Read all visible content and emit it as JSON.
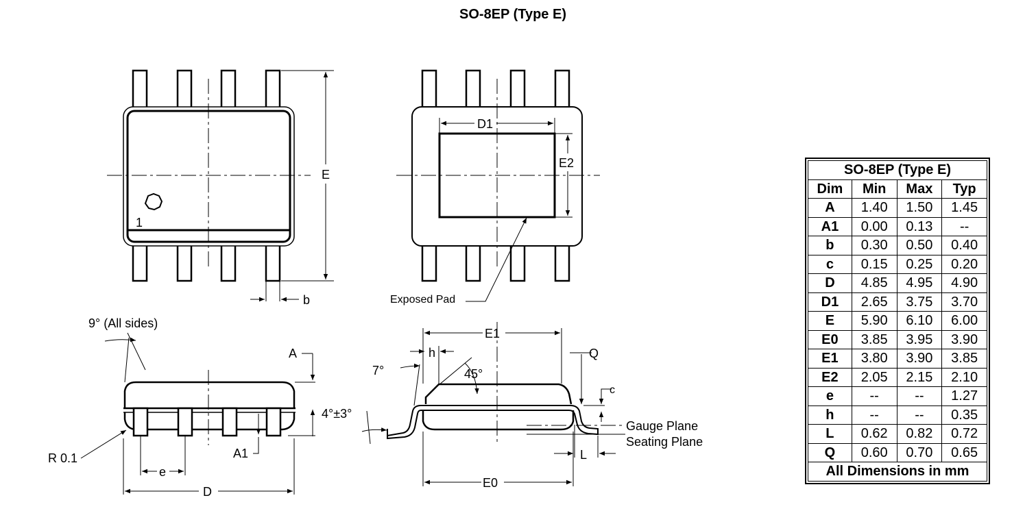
{
  "title": "SO-8EP (Type E)",
  "labels": {
    "pin1": "1",
    "E": "E",
    "b": "b",
    "D1": "D1",
    "E2": "E2",
    "exposed_pad": "Exposed Pad",
    "angle_all_sides": "9° (All sides)",
    "A": "A",
    "angle_4": "4°±3°",
    "R": "R 0.1",
    "A1": "A1",
    "e": "e",
    "D": "D",
    "E1": "E1",
    "h": "h",
    "Q": "Q",
    "angle_7": "7°",
    "angle_45": "45°",
    "c": "c",
    "gauge_plane": "Gauge Plane",
    "seating_plane": "Seating Plane",
    "L": "L",
    "E0": "E0"
  },
  "table": {
    "caption": "SO-8EP (Type E)",
    "headers": [
      "Dim",
      "Min",
      "Max",
      "Typ"
    ],
    "rows": [
      [
        "A",
        "1.40",
        "1.50",
        "1.45"
      ],
      [
        "A1",
        "0.00",
        "0.13",
        "--"
      ],
      [
        "b",
        "0.30",
        "0.50",
        "0.40"
      ],
      [
        "c",
        "0.15",
        "0.25",
        "0.20"
      ],
      [
        "D",
        "4.85",
        "4.95",
        "4.90"
      ],
      [
        "D1",
        "2.65",
        "3.75",
        "3.70"
      ],
      [
        "E",
        "5.90",
        "6.10",
        "6.00"
      ],
      [
        "E0",
        "3.85",
        "3.95",
        "3.90"
      ],
      [
        "E1",
        "3.80",
        "3.90",
        "3.85"
      ],
      [
        "E2",
        "2.05",
        "2.15",
        "2.10"
      ],
      [
        "e",
        "--",
        "--",
        "1.27"
      ],
      [
        "h",
        "--",
        "--",
        "0.35"
      ],
      [
        "L",
        "0.62",
        "0.82",
        "0.72"
      ],
      [
        "Q",
        "0.60",
        "0.70",
        "0.65"
      ]
    ],
    "footer": "All Dimensions in mm"
  }
}
